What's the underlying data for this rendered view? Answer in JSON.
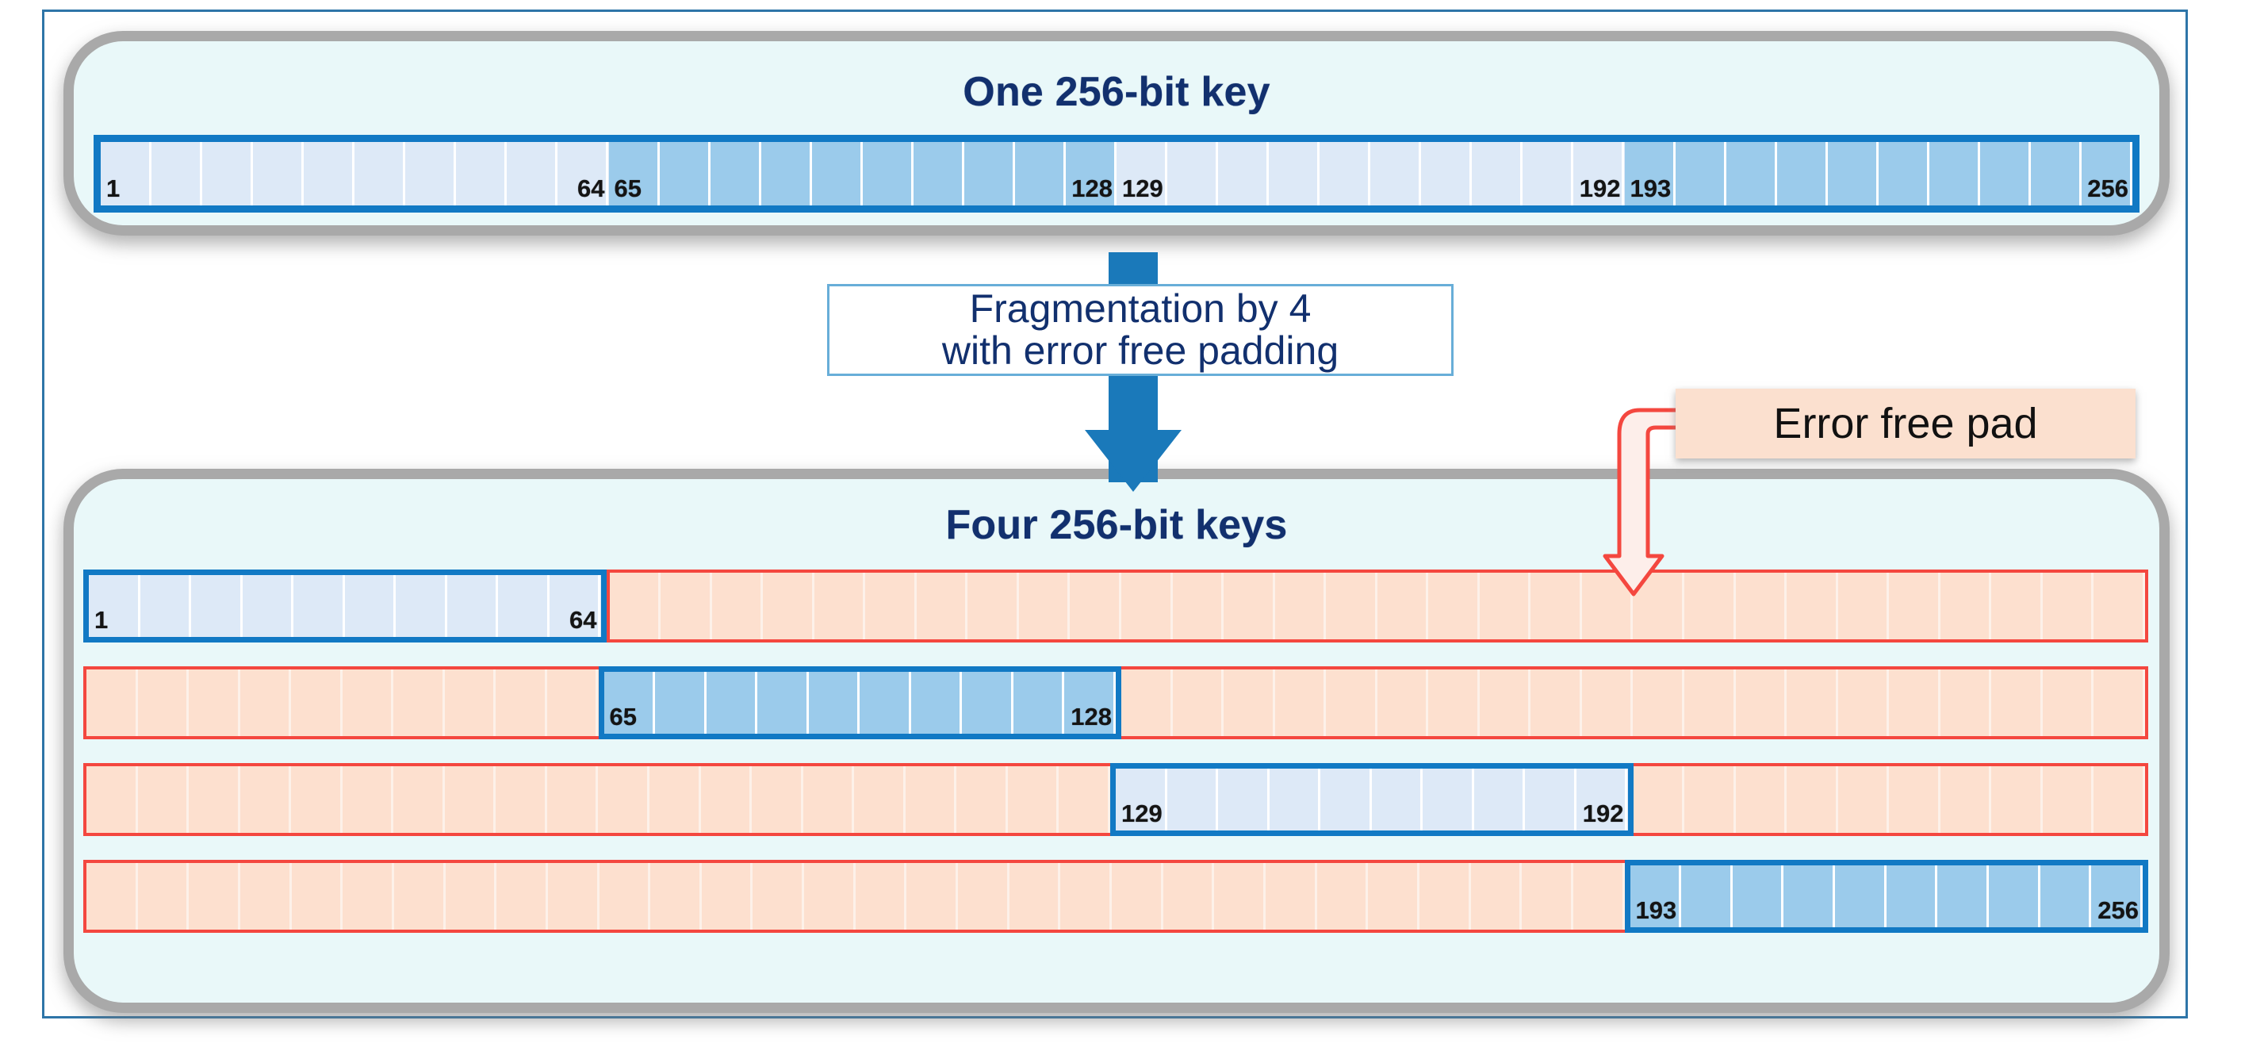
{
  "diagram": {
    "top_panel": {
      "title": "One 256-bit key",
      "bar": {
        "segments": [
          {
            "shade": "lite",
            "start": "1",
            "end": "64",
            "cells": 10
          },
          {
            "shade": "dark",
            "start": "65",
            "end": "128",
            "cells": 10
          },
          {
            "shade": "lite",
            "start": "129",
            "end": "192",
            "cells": 10
          },
          {
            "shade": "dark",
            "start": "193",
            "end": "256",
            "cells": 10
          }
        ]
      }
    },
    "transform": {
      "label_line1": "Fragmentation by 4",
      "label_line2": "with error free padding",
      "arrow_direction": "down"
    },
    "callout": {
      "label": "Error free pad",
      "target_row": 1
    },
    "bottom_panel": {
      "title": "Four 256-bit keys",
      "rows": [
        {
          "key_quarter": 1,
          "shade": "lite",
          "start": "1",
          "end": "64",
          "cells": 10
        },
        {
          "key_quarter": 2,
          "shade": "dark",
          "start": "65",
          "end": "128",
          "cells": 10
        },
        {
          "key_quarter": 3,
          "shade": "lite",
          "start": "129",
          "end": "192",
          "cells": 10
        },
        {
          "key_quarter": 4,
          "shade": "dark",
          "start": "193",
          "end": "256",
          "cells": 10
        }
      ]
    },
    "colors": {
      "frame": "#2e75a8",
      "panel_fill": "#e9f8f9",
      "panel_shadow": "#a9a9a9",
      "key_border": "#1179c4",
      "key_lite": "#dde9f7",
      "key_dark": "#9bcbeb",
      "pad_fill": "#fde0cf",
      "pad_border": "#f4473f",
      "title_text": "#12306e",
      "arrow": "#1a79ba",
      "callout_fill": "#fbe0cf"
    }
  }
}
